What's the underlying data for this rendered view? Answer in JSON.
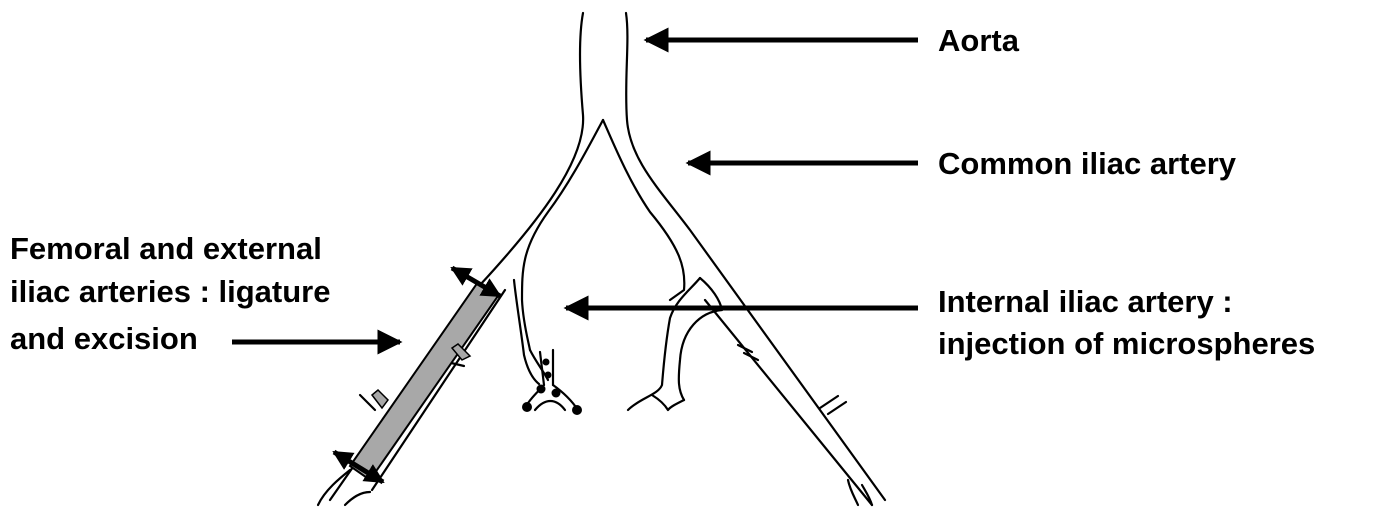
{
  "labels": {
    "aorta": "Aorta",
    "common_iliac": "Common iliac artery",
    "femoral_line1": "Femoral and external",
    "femoral_line2": "iliac arteries : ligature",
    "femoral_line3": "and excision",
    "internal_line1": "Internal iliac artery :",
    "internal_line2": "injection of microspheres"
  },
  "colors": {
    "ink": "#000000",
    "excised_segment": "#a8a8a8",
    "background": "#ffffff"
  }
}
